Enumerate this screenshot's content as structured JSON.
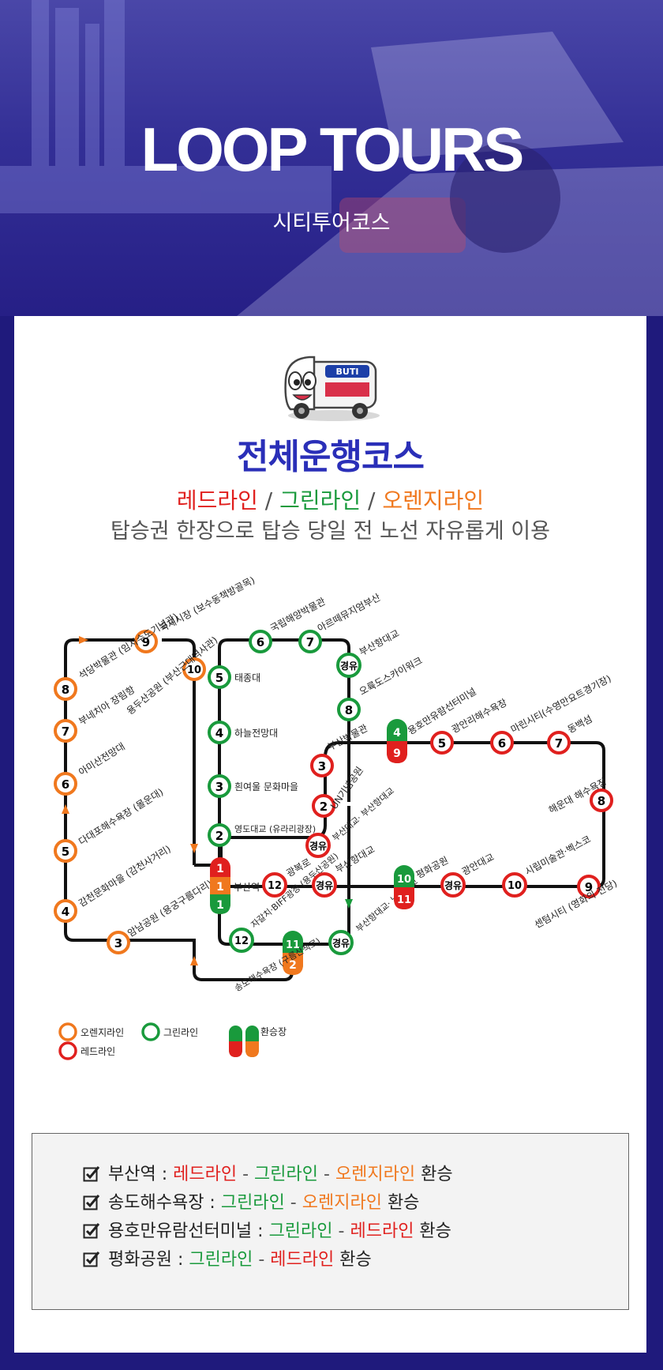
{
  "hero": {
    "title": "LOOP TOURS",
    "subtitle": "시티투어코스"
  },
  "card": {
    "title": "전체운행코스",
    "lines": {
      "red": "레드라인",
      "slash1": " / ",
      "green": "그린라인",
      "slash2": " / ",
      "orange": "오렌지라인"
    },
    "description": "탑승권 한장으로 탑승 당일 전 노선 자유롭게 이용",
    "bus_badge": "BUTI"
  },
  "colors": {
    "red": "#e0201e",
    "green": "#199a3c",
    "orange": "#f0781e",
    "navy": "#1f1a7c",
    "title": "#2a2fb8"
  },
  "map": {
    "legend": {
      "orange": "오렌지라인",
      "red": "레드라인",
      "green": "그린라인",
      "transfer": "환승장"
    },
    "stops": [
      {
        "n": "9",
        "line": "orange",
        "label": "국제시장 (보수동책방골목)"
      },
      {
        "n": "10",
        "line": "orange",
        "label": "용두산공원 (부산근대역사관)"
      },
      {
        "n": "8",
        "line": "orange",
        "label": "석당박물관 (임시수도기념관)"
      },
      {
        "n": "7",
        "line": "orange",
        "label": "부네치아 장림항"
      },
      {
        "n": "6",
        "line": "orange",
        "label": "아미산전망대"
      },
      {
        "n": "5",
        "line": "orange",
        "label": "다대포해수욕장 (몰운대)"
      },
      {
        "n": "4",
        "line": "orange",
        "label": "감천문화마을 (감천사거리)"
      },
      {
        "n": "3",
        "line": "orange",
        "label": "암남공원 (용궁구름다리)"
      },
      {
        "n": "6",
        "line": "green",
        "label": "국립해양박물관"
      },
      {
        "n": "7",
        "line": "green",
        "label": "아르떼뮤지엄부산"
      },
      {
        "n": "5",
        "line": "green",
        "label": "태종대"
      },
      {
        "n": "경유",
        "line": "green",
        "label": "부산항대교"
      },
      {
        "n": "8",
        "line": "green",
        "label": "오륙도스카이워크"
      },
      {
        "n": "4",
        "line": "green",
        "label": "하늘전망대"
      },
      {
        "n": "3",
        "line": "green",
        "label": "흰여울 문화마을"
      },
      {
        "n": "2",
        "line": "green",
        "label": "영도대교 (유라리광장)"
      },
      {
        "n": "12",
        "line": "green",
        "label": "자갈치·BIFF광장 (용두산공원)"
      },
      {
        "n": "경유",
        "line": "green",
        "label": "부산항대교· 남항대교"
      },
      {
        "n": "3",
        "line": "red",
        "label": "부산박물관"
      },
      {
        "n": "2",
        "line": "red",
        "label": "UN기념공원"
      },
      {
        "n": "경유",
        "line": "red",
        "label": "부산대교· 부산항대교"
      },
      {
        "n": "12",
        "line": "red",
        "label": "광복로"
      },
      {
        "n": "경유",
        "line": "red",
        "label": "부산항대교"
      },
      {
        "n": "5",
        "line": "red",
        "label": "광안리해수욕장"
      },
      {
        "n": "6",
        "line": "red",
        "label": "마린시티(수영만요트경기장)"
      },
      {
        "n": "7",
        "line": "red",
        "label": "동백섬"
      },
      {
        "n": "8",
        "line": "red",
        "label": "해운대 해수욕장"
      },
      {
        "n": "9",
        "line": "red",
        "label": "센텀시티 (영화의 전당)"
      },
      {
        "n": "10",
        "line": "red",
        "label": "시립미술관·벡스코"
      },
      {
        "n": "경유",
        "line": "red",
        "label": "광안대교"
      }
    ],
    "transfers": [
      {
        "label": "부산역",
        "pills": [
          "1",
          "1",
          "1"
        ]
      },
      {
        "label": "용호만유람선터미널",
        "pills": [
          "4",
          "9"
        ]
      },
      {
        "label": "평화공원",
        "pills": [
          "10",
          "11"
        ]
      },
      {
        "label": "송도해수욕장 (구름산책로)",
        "pills": [
          "11",
          "2"
        ]
      }
    ]
  },
  "info": {
    "items": [
      {
        "station": "부산역 : ",
        "a": "레드라인",
        "d1": " - ",
        "b": "그린라인",
        "d2": " - ",
        "c": "오렌지라인",
        "tail": " 환승"
      },
      {
        "station": "송도해수욕장 : ",
        "a": "그린라인",
        "d1": " - ",
        "b": "오렌지라인",
        "tail": " 환승"
      },
      {
        "station": "용호만유람선터미널 : ",
        "a": "그린라인",
        "d1": " - ",
        "b": "레드라인",
        "tail": " 환승"
      },
      {
        "station": "평화공원 : ",
        "a": "그린라인",
        "d1": " - ",
        "b": "레드라인",
        "tail": " 환승"
      }
    ]
  }
}
